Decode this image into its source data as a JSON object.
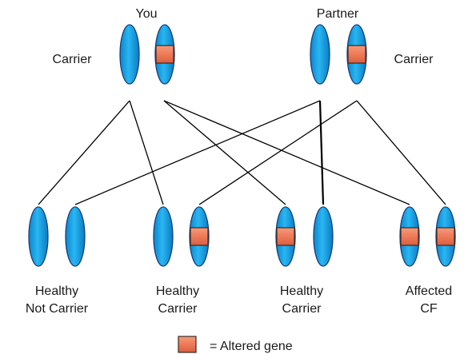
{
  "parents": {
    "you": {
      "name": "You",
      "status": "Carrier"
    },
    "partner": {
      "name": "Partner",
      "status": "Carrier"
    }
  },
  "children": [
    {
      "line1": "Healthy",
      "line2": "Not Carrier",
      "altered": [
        false,
        false
      ]
    },
    {
      "line1": "Healthy",
      "line2": "Carrier",
      "altered": [
        false,
        true
      ]
    },
    {
      "line1": "Healthy",
      "line2": "Carrier",
      "altered": [
        true,
        false
      ]
    },
    {
      "line1": "Affected",
      "line2": "CF",
      "altered": [
        true,
        true
      ]
    }
  ],
  "legend": {
    "label": "= Altered gene"
  },
  "colors": {
    "chromosome": "#0d9be0",
    "chromosome_dark": "#0870b4",
    "gene": "#ee7a58",
    "gene_dark": "#d9563a",
    "line": "#000000"
  }
}
